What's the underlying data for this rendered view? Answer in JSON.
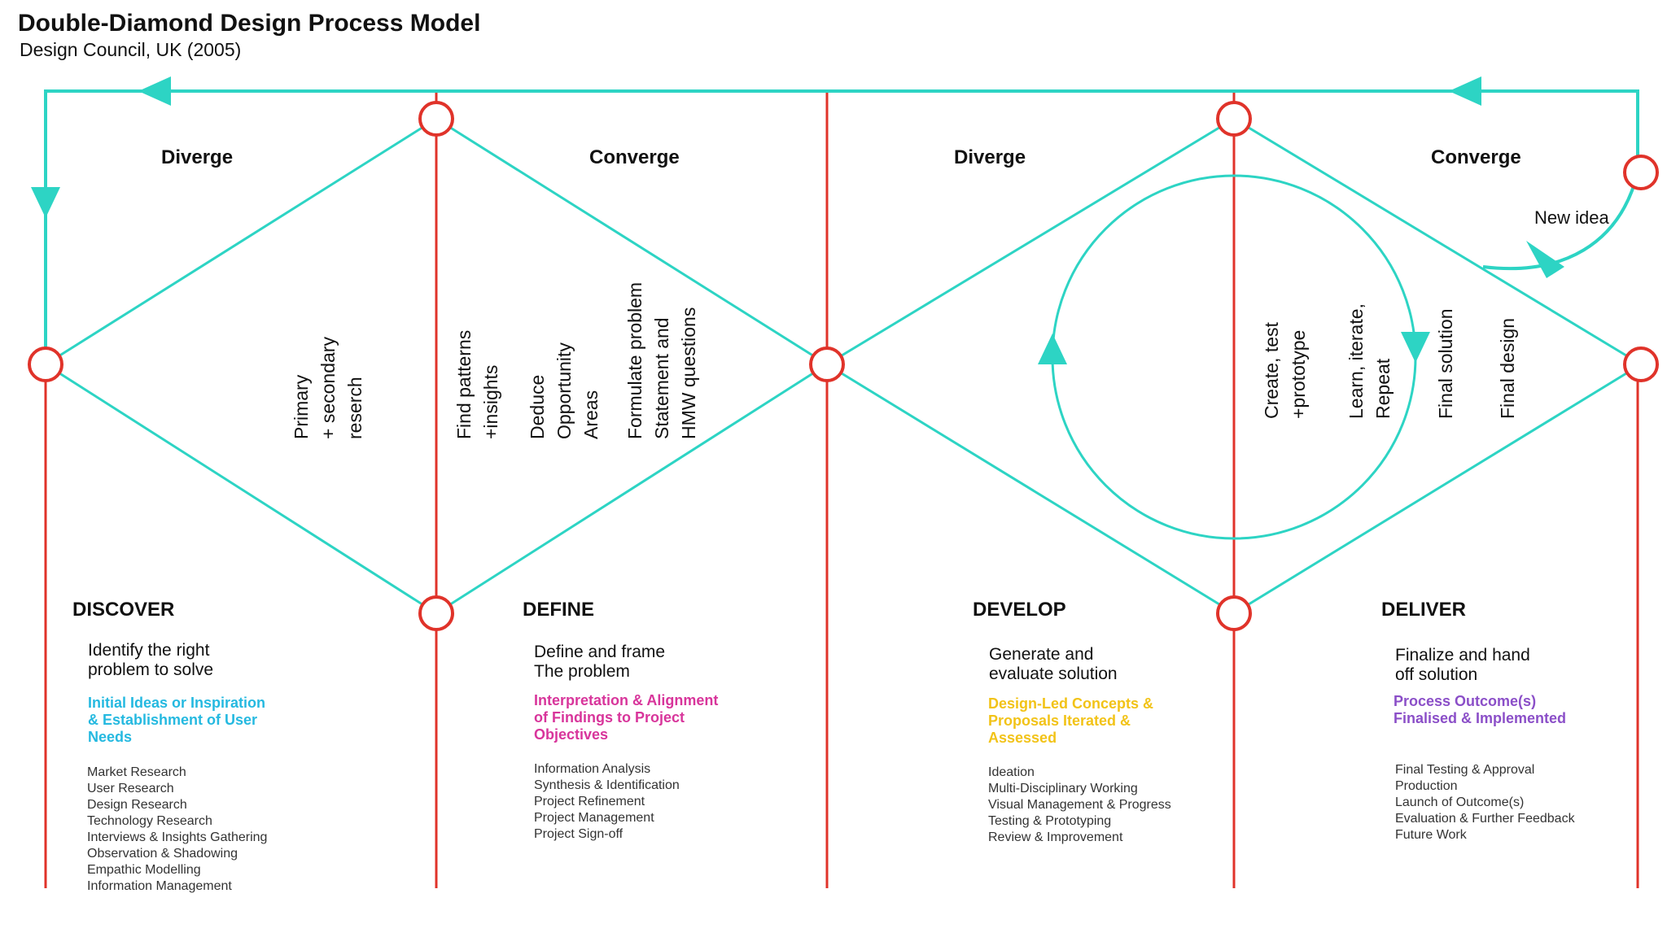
{
  "title": "Double-Diamond Design Process Model",
  "subtitle": "Design Council, UK (2005)",
  "colors": {
    "teal": "#2dd4c4",
    "red": "#e0332a",
    "discover": "#25b9e0",
    "define": "#d8359b",
    "develop": "#f2c318",
    "deliver": "#8b4fc8"
  },
  "stage_labels": [
    "Diverge",
    "Converge",
    "Diverge",
    "Converge"
  ],
  "vertical_notes": {
    "primary_research": "Primary\n+ secondary\nreserch",
    "find_patterns": "Find patterns\n+insights",
    "deduce": "Deduce\nOpportunity\nAreas",
    "formulate": "Formulate problem\nStatement and\nHMW questions",
    "create_test": "Create, test\n+prototype",
    "learn_iterate": "Learn, iterate,\nRepeat",
    "final_solution": "Final solution",
    "final_design": "Final design"
  },
  "new_idea": "New idea",
  "phases": [
    {
      "name": "DISCOVER",
      "goal": "Identify the right\nproblem to solve",
      "outcome": "Initial Ideas or Inspiration\n& Establishment of User\nNeeds",
      "activities": [
        "Market Research",
        "User Research",
        "Design Research",
        "Technology Research",
        "Interviews & Insights Gathering",
        "Observation & Shadowing",
        "Empathic Modelling",
        "Information Management"
      ]
    },
    {
      "name": "DEFINE",
      "goal": "Define and frame\nThe problem",
      "outcome": "Interpretation & Alignment\nof Findings to Project\nObjectives",
      "activities": [
        "Information Analysis",
        "Synthesis & Identification",
        "Project Refinement",
        "Project Management",
        "Project Sign-off"
      ]
    },
    {
      "name": "DEVELOP",
      "goal": "Generate and\nevaluate solution",
      "outcome": "Design-Led Concepts &\nProposals Iterated &\nAssessed",
      "activities": [
        "Ideation",
        "Multi-Disciplinary Working",
        "Visual Management & Progress",
        "Testing & Prototyping",
        "Review & Improvement"
      ]
    },
    {
      "name": "DELIVER",
      "goal": "Finalize and hand\noff solution",
      "outcome": "Process Outcome(s)\nFinalised & Implemented",
      "activities": [
        "Final Testing & Approval",
        "Production",
        "Launch of Outcome(s)",
        "Evaluation & Further Feedback",
        "Future Work"
      ]
    }
  ]
}
